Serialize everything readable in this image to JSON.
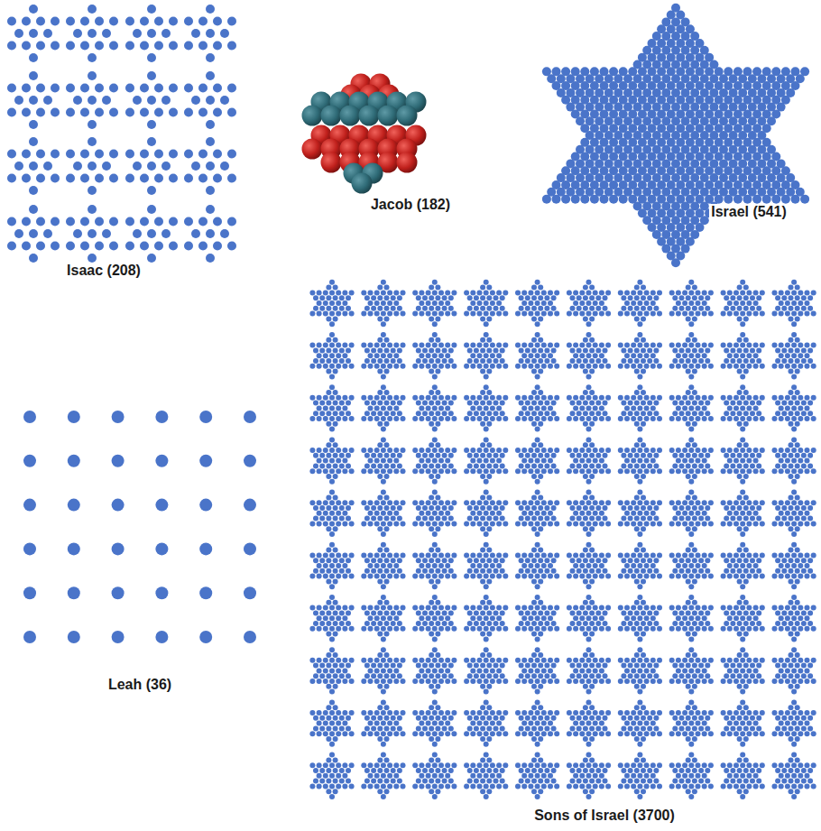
{
  "diagram": {
    "labels": [
      "Isaac (208)",
      "Jacob (182)",
      "Israel (541)",
      "Leah (36)",
      "Sons of Israel (3700)"
    ]
  }
}
